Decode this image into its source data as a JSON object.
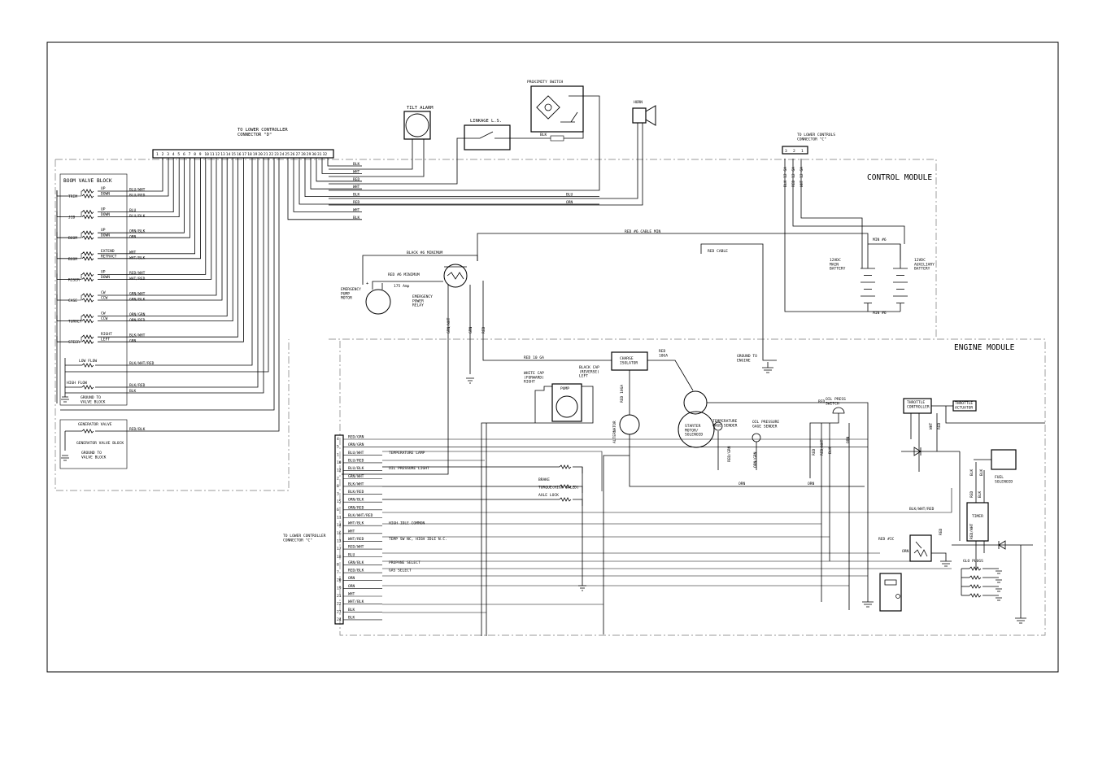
{
  "modules": {
    "control": "CONTROL MODULE",
    "engine": "ENGINE MODULE",
    "boom_valve_block": "BOOM VALVE BLOCK"
  },
  "top": {
    "connector_d": "TO LOWER CONTROLLER\nCONNECTOR \"D\"",
    "connector_c_top": "TO LOWER CONTROLS\nCONNECTOR \"C\"",
    "tilt_alarm": "TILT ALARM",
    "linkage_ls": "LINKAGE L.S.",
    "proximity_switch": "PROXIMITY SWITCH",
    "horn": "HORN",
    "prox_wire": "BLK"
  },
  "connector_d_pins": [
    "1",
    "2",
    "3",
    "4",
    "5",
    "6",
    "7",
    "8",
    "9",
    "10",
    "11",
    "12",
    "13",
    "14",
    "15",
    "16",
    "17",
    "18",
    "19",
    "20",
    "21",
    "22",
    "23",
    "24",
    "25",
    "26",
    "27",
    "28",
    "29",
    "30",
    "31",
    "32"
  ],
  "connector_c_top_pins": [
    "3",
    "2",
    "1"
  ],
  "upper_wires": [
    {
      "label": "BLK"
    },
    {
      "label": "WHT"
    },
    {
      "label": "RED"
    },
    {
      "label": "WHT"
    },
    {
      "label": "BLK",
      "right": "BLU"
    },
    {
      "label": "RED",
      "right": "ORN"
    },
    {
      "label": "WHT"
    },
    {
      "label": "BLK"
    }
  ],
  "valves": [
    {
      "name": "TRIM",
      "a": "UP",
      "b": "DOWN",
      "wa": "BLU/WHT",
      "wb": "BLU/RED"
    },
    {
      "name": "JIB",
      "a": "UP",
      "b": "DOWN",
      "wa": "BLU",
      "wb": "BLU/BLK"
    },
    {
      "name": "BOOM",
      "a": "UP",
      "b": "DOWN",
      "wa": "ORN/BLK",
      "wb": "ORN"
    },
    {
      "name": "BOOM",
      "a": "EXTEND",
      "b": "RETRACT",
      "wa": "WHT",
      "wb": "WHT/BLK"
    },
    {
      "name": "RISER",
      "a": "UP",
      "b": "DOWN",
      "wa": "RED/WHT",
      "wb": "WHT/RED"
    },
    {
      "name": "CASE",
      "a": "CW",
      "b": "CCW",
      "wa": "GRN/WHT",
      "wb": "GRN/BLK"
    },
    {
      "name": "TURRET",
      "a": "CW",
      "b": "CCW",
      "wa": "ORN/GRN",
      "wb": "ORN/RED"
    },
    {
      "name": "STEER",
      "a": "RIGHT",
      "b": "LEFT",
      "wa": "BLK/WHT",
      "wb": "GRN"
    }
  ],
  "flow": {
    "low": "LOW FLOW",
    "low_wire": "BLK/WHT/RED",
    "high": "HIGH FLOW",
    "high_wire": "BLK/RED",
    "blk": "BLK",
    "ground": "GROUND TO\nVALVE BLOCK"
  },
  "generator": {
    "valve": "GENERATOR VALVE",
    "wire": "RED/BLK",
    "block": "GENERATOR VALVE BLOCK",
    "ground": "GROUND TO\nVALVE BLOCK"
  },
  "power": {
    "black_min": "BLACK #6 MINIMUM",
    "red_min": "RED #6 MINIMUM",
    "amp": "175 Amp",
    "pump_motor": "EMERGENCY\nPUMP\nMOTOR",
    "relay": "EMERGENCY\nPOWER\nRELAY",
    "red_cable_min": "RED #6 CABLE MIN",
    "red_cable": "RED CABLE",
    "min6a": "MIN #6",
    "min6b": "MIN #6",
    "main_battery": "12VDC\nMAIN\nBATTERY",
    "aux_battery": "12VDC\nAUXILIARY\nBATTERY",
    "ga_wires": [
      "BLK 12 GA",
      "RED 12 GA",
      "WHT 12 GA"
    ],
    "relay_wires": [
      "GRN/WHT",
      "GRN",
      "RED"
    ]
  },
  "engine": {
    "red10": "RED 10 GA",
    "red10b": "RED\n10GA",
    "red10c": "RED 10GA",
    "charge_isolator": "CHARGE\nISOLATOR",
    "ground_engine": "GROUND TO\nENGINE",
    "white_cap": "WHITE CAP\n(FORWARD)\nRIGHT",
    "black_cap": "BLACK CAP\n(REVERSE)\nLEFT",
    "pump": "PUMP",
    "alternator": "ALTERNATOR",
    "starter": "STARTER\nMOTOR/\nSOLENOID",
    "temp_sender": "TEMPERATURE\nGAGE SENDER",
    "oil_sender": "OIL PRESSURE\nGAGE SENDER",
    "oil_switch": "OIL PRESS\nSWITCH",
    "throttle_ctrl": "THROTTLE\nCONTROLLER",
    "throttle_act": "THROTTLE\nACTUATOR",
    "fuel_solenoid": "FUEL\nSOLENOID",
    "timer": "TIMER",
    "glo_plugs": "GLO PLUGS",
    "red_ic": "RED #IC",
    "blk_wht_red": "BLK/WHT/RED",
    "orn": "ORN",
    "orn2": "ORN",
    "orn3": "ORN",
    "red": "RED",
    "vert_labels": [
      "RED/GRN",
      "ORN/GRN",
      "RED",
      "RED/WHT",
      "BLK",
      "ORN",
      "WHT",
      "RED",
      "BLK",
      "RED/WHT",
      "RED",
      "BLK",
      "RED",
      "BLK"
    ]
  },
  "connector_c": {
    "label": "TO LOWER CONTROLLER\nCONNECTOR \"C\"",
    "rows": [
      {
        "pin": "4",
        "wire": "RED/GRN"
      },
      {
        "pin": "5",
        "wire": "ORN/GRN"
      },
      {
        "pin": "1",
        "wire": "BLU/WHT",
        "desc": "TEMPERATURE LAMP"
      },
      {
        "pin": "10",
        "wire": "BLU/RED"
      },
      {
        "pin": "12",
        "wire": "BLU/BLK",
        "desc": "OIL PRESSURE LIGHT"
      },
      {
        "pin": "2",
        "wire": "GRN/WHT"
      },
      {
        "pin": "8",
        "wire": "BLK/WHT",
        "desc": "BRAKE"
      },
      {
        "pin": "3",
        "wire": "BLK/RED",
        "desc": "TORQUE(HIGH SPEED)"
      },
      {
        "pin": "15",
        "wire": "ORN/BLK",
        "desc": "AXLE LOCK"
      },
      {
        "pin": "6",
        "wire": "ORN/RED"
      },
      {
        "pin": "11",
        "wire": "BLK/WHT/RED"
      },
      {
        "pin": "14",
        "wire": "WHT/BLK",
        "desc": "HIGH IDLE COMMON"
      },
      {
        "pin": "16",
        "wire": "WHT"
      },
      {
        "pin": "13",
        "wire": "WHT/RED",
        "desc": "TEMP SW NC, HIGH IDLE N.C."
      },
      {
        "pin": "17",
        "wire": "RED/WHT"
      },
      {
        "pin": "18",
        "wire": "BLU"
      },
      {
        "pin": "8",
        "wire": "GRN/BLK",
        "desc": "PROPANE SELECT"
      },
      {
        "pin": "7",
        "wire": "RED/BLK",
        "desc": "GAS SELECT"
      },
      {
        "pin": "20",
        "wire": "ORN"
      },
      {
        "pin": "19",
        "wire": "ORN"
      },
      {
        "pin": "21",
        "wire": "WHT"
      },
      {
        "pin": "22",
        "wire": "WHT/BLK"
      },
      {
        "pin": "23",
        "wire": "BLK"
      },
      {
        "pin": "24",
        "wire": "BLK"
      }
    ]
  }
}
